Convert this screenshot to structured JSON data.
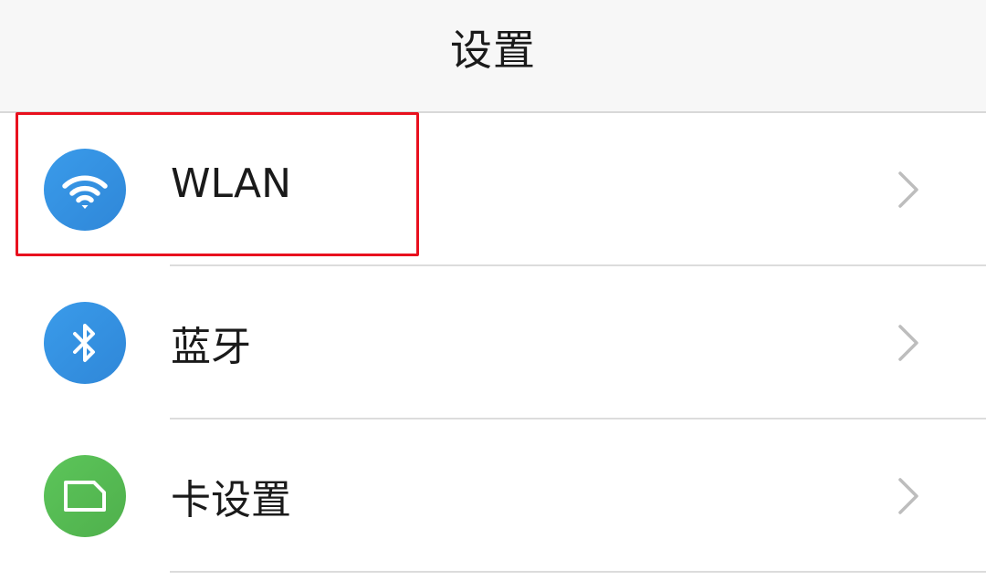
{
  "header": {
    "title": "设置"
  },
  "settings": {
    "items": [
      {
        "label": "WLAN",
        "icon": "wifi-icon",
        "icon_color": "#3394e2"
      },
      {
        "label": "蓝牙",
        "icon": "bluetooth-icon",
        "icon_color": "#3394e2"
      },
      {
        "label": "卡设置",
        "icon": "sim-card-icon",
        "icon_color": "#56bb53"
      }
    ]
  },
  "annotation": {
    "highlight_color": "#e8101e",
    "highlighted_item": "WLAN"
  }
}
